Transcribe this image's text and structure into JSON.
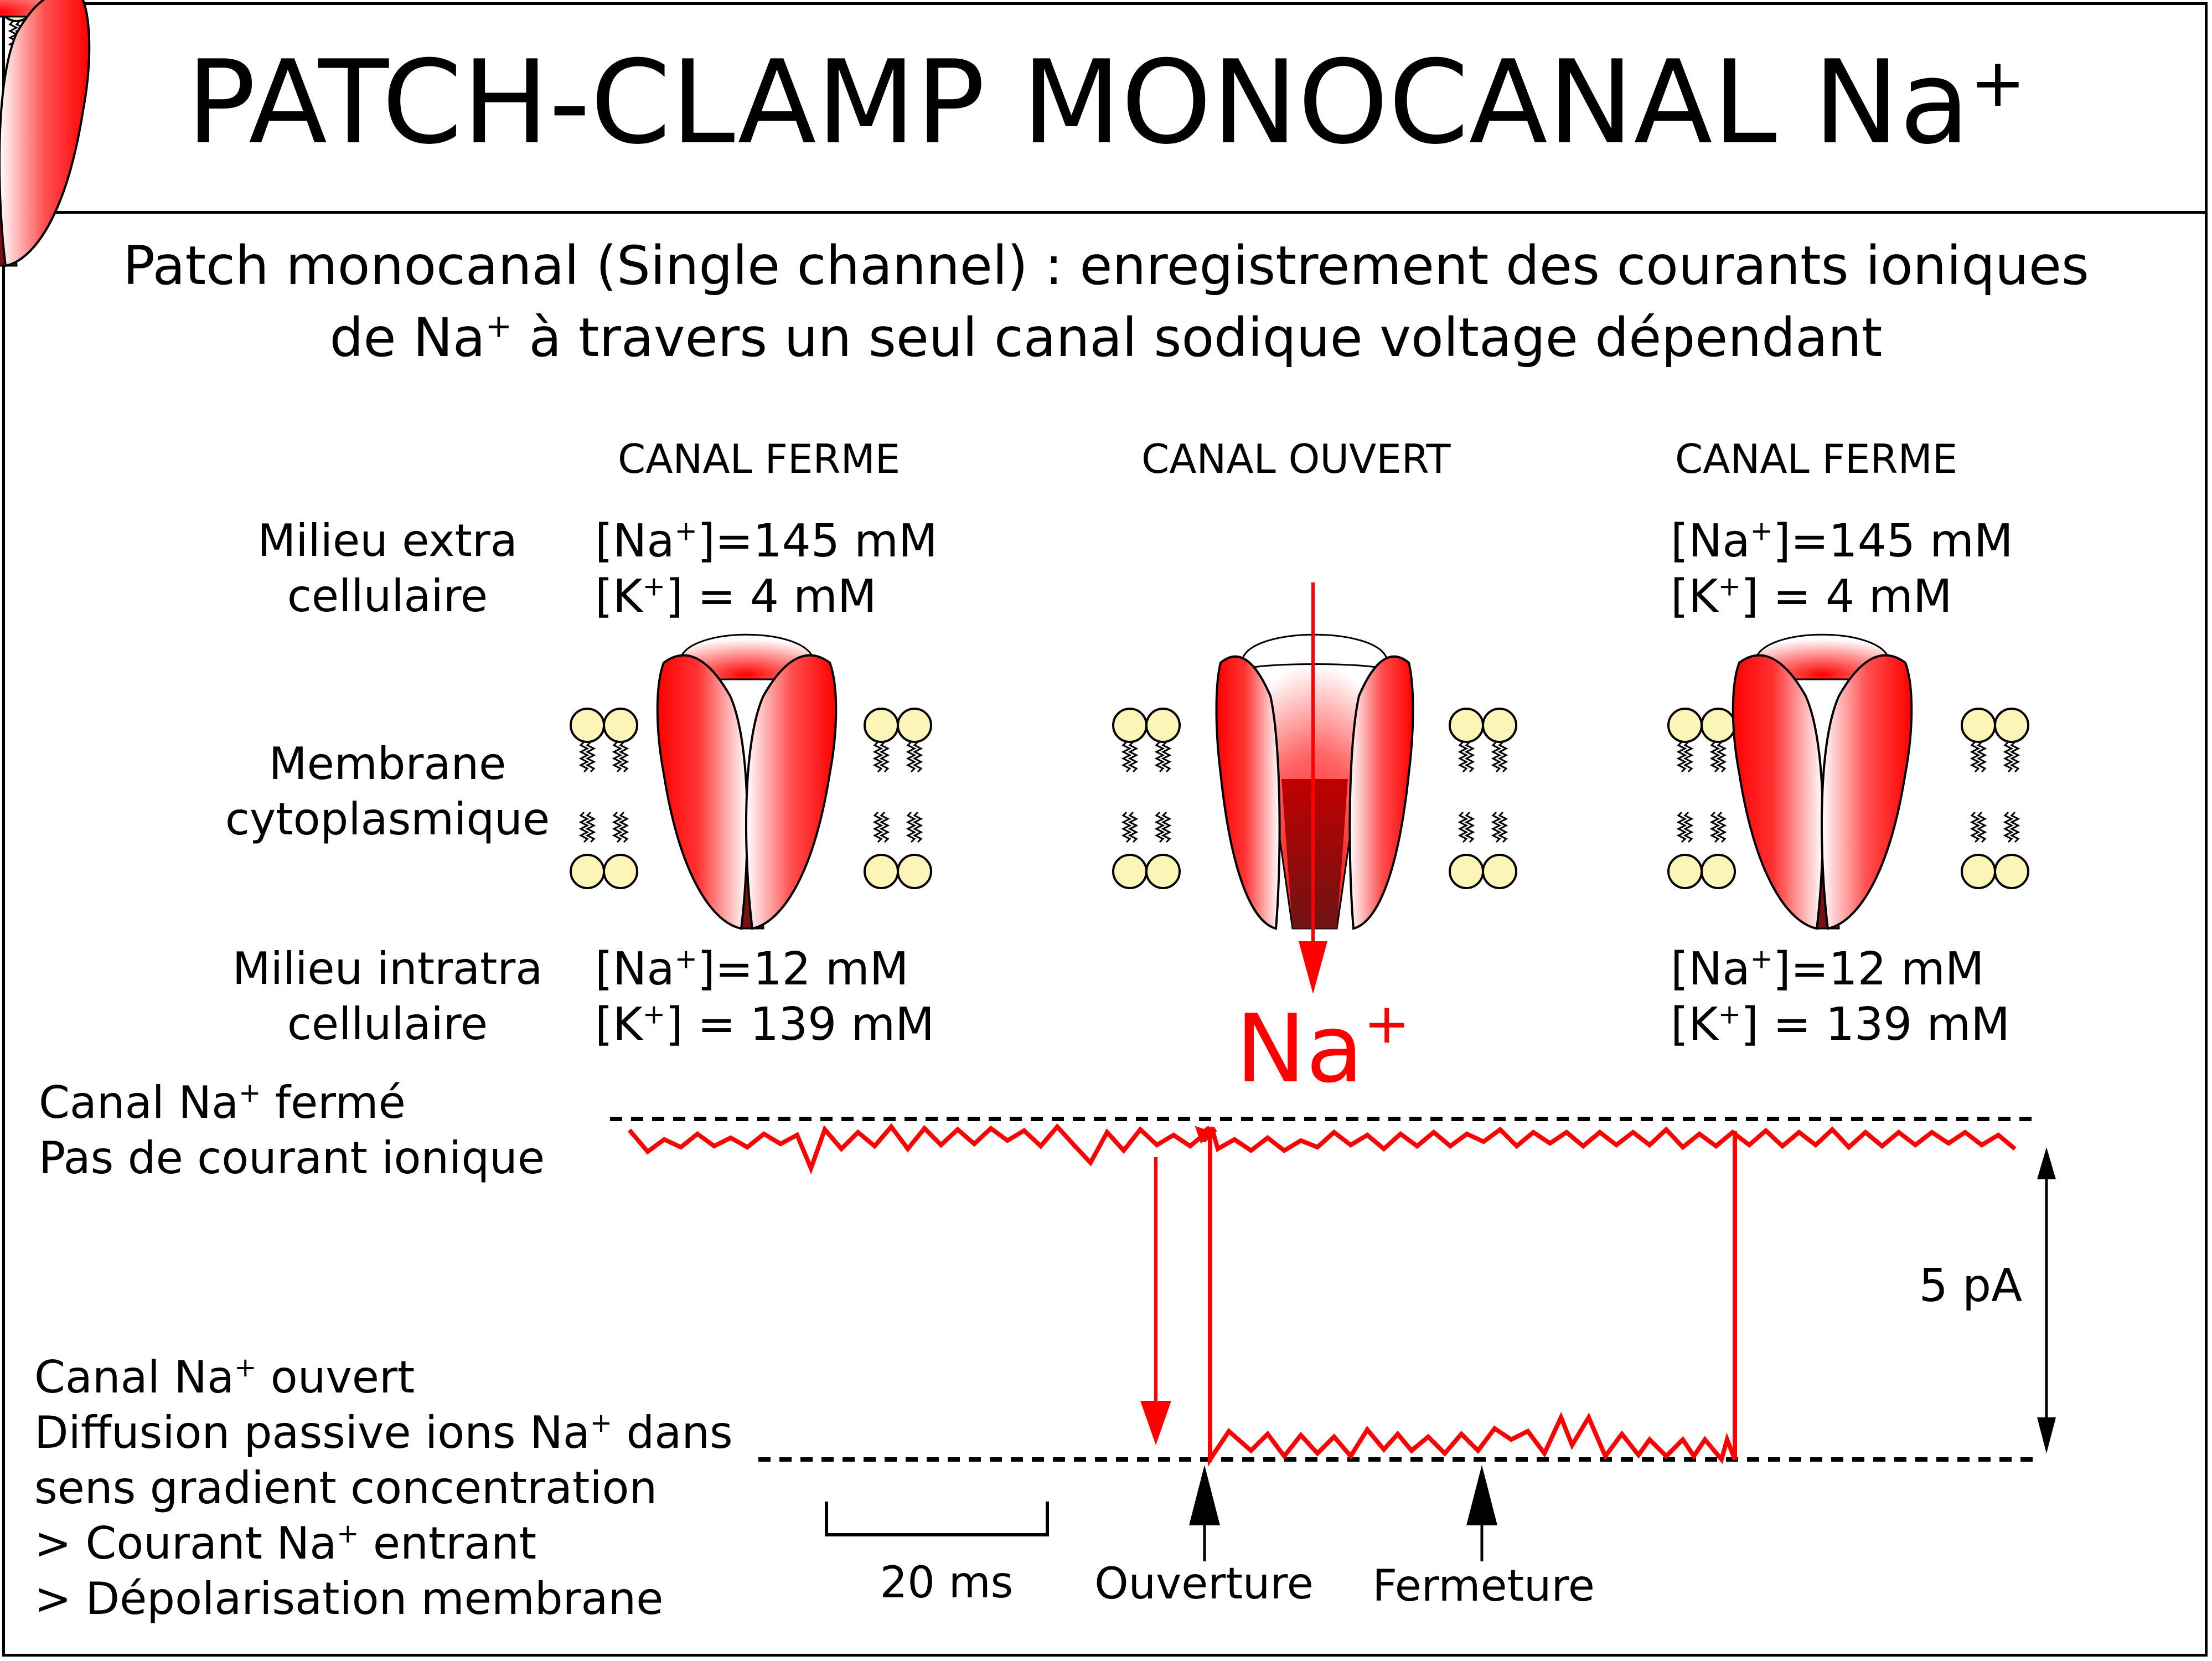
{
  "title": {
    "text": "PATCH-CLAMP MONOCANAL Na",
    "sup": "+"
  },
  "subtitle": {
    "line1": "Patch monocanal (Single channel) : enregistrement des courants ioniques",
    "line2_pre": "de Na",
    "line2_sup": "+",
    "line2_post": " à travers un seul canal sodique voltage dépendant"
  },
  "headers": {
    "left": "CANAL FERME",
    "center": "CANAL OUVERT",
    "right": "CANAL FERME"
  },
  "side_labels": {
    "extra": [
      "Milieu extra",
      "cellulaire"
    ],
    "membrane": [
      "Membrane",
      "cytoplasmique"
    ],
    "intra": [
      "Milieu intratra",
      "cellulaire"
    ]
  },
  "concentrations": {
    "extra": {
      "na_pre": "[Na",
      "na_sup": "+",
      "na_post": "]=145 mM",
      "k_pre": "[K",
      "k_sup": "+",
      "k_post": "] = 4 mM"
    },
    "intra": {
      "na_pre": "[Na",
      "na_sup": "+",
      "na_post": "]=12 mM",
      "k_pre": "[K",
      "k_sup": "+",
      "k_post": "] = 139 mM"
    }
  },
  "ion": {
    "text": "Na",
    "sup": "+"
  },
  "legend_closed": {
    "line1_pre": "Canal Na",
    "line1_sup": "+",
    "line1_post": " fermé",
    "line2": "Pas de courant ionique"
  },
  "legend_open": {
    "line1_pre": "Canal Na",
    "line1_sup": "+",
    "line1_post": " ouvert",
    "line2_pre": "Diffusion passive ions Na",
    "line2_sup": "+",
    "line2_post": " dans",
    "line3": "sens gradient concentration",
    "line4_pre": "> Courant Na",
    "line4_sup": "+",
    "line4_post": " entrant",
    "line5": "> Dépolarisation membrane"
  },
  "scale": {
    "current": "5 pA",
    "time": "20 ms"
  },
  "events": {
    "open": "Ouverture",
    "close": "Fermeture"
  },
  "colors": {
    "current": "#ff0000",
    "lipid_head": "#fdf5b8",
    "channel": "#ff0000",
    "ion_arrow": "#ff0000"
  },
  "icons": [
    "phospholipid-bilayer-icon",
    "sodium-channel-closed-icon",
    "sodium-channel-open-icon",
    "arrow-down-icon",
    "arrow-up-icon",
    "double-arrow-icon"
  ]
}
